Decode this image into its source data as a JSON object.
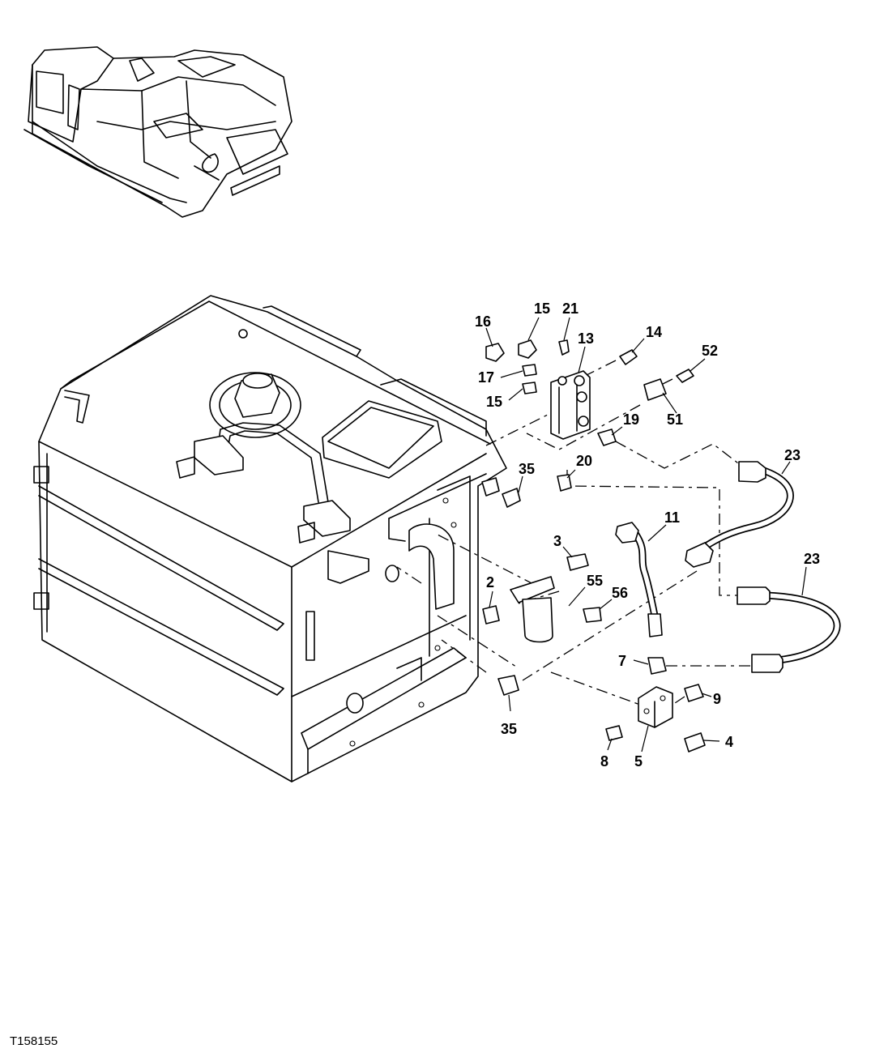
{
  "figure_id": "T158155",
  "callouts": [
    {
      "id": "c16",
      "label": "16"
    },
    {
      "id": "c15a",
      "label": "15"
    },
    {
      "id": "c21",
      "label": "21"
    },
    {
      "id": "c13",
      "label": "13"
    },
    {
      "id": "c14",
      "label": "14"
    },
    {
      "id": "c52",
      "label": "52"
    },
    {
      "id": "c17",
      "label": "17"
    },
    {
      "id": "c15b",
      "label": "15"
    },
    {
      "id": "c19",
      "label": "19"
    },
    {
      "id": "c51",
      "label": "51"
    },
    {
      "id": "c23a",
      "label": "23"
    },
    {
      "id": "c20",
      "label": "20"
    },
    {
      "id": "c35a",
      "label": "35"
    },
    {
      "id": "c11",
      "label": "11"
    },
    {
      "id": "c3",
      "label": "3"
    },
    {
      "id": "c23b",
      "label": "23"
    },
    {
      "id": "c55",
      "label": "55"
    },
    {
      "id": "c2",
      "label": "2"
    },
    {
      "id": "c56",
      "label": "56"
    },
    {
      "id": "c7",
      "label": "7"
    },
    {
      "id": "c9",
      "label": "9"
    },
    {
      "id": "c4",
      "label": "4"
    },
    {
      "id": "c35b",
      "label": "35"
    },
    {
      "id": "c8",
      "label": "8"
    },
    {
      "id": "c5",
      "label": "5"
    }
  ]
}
